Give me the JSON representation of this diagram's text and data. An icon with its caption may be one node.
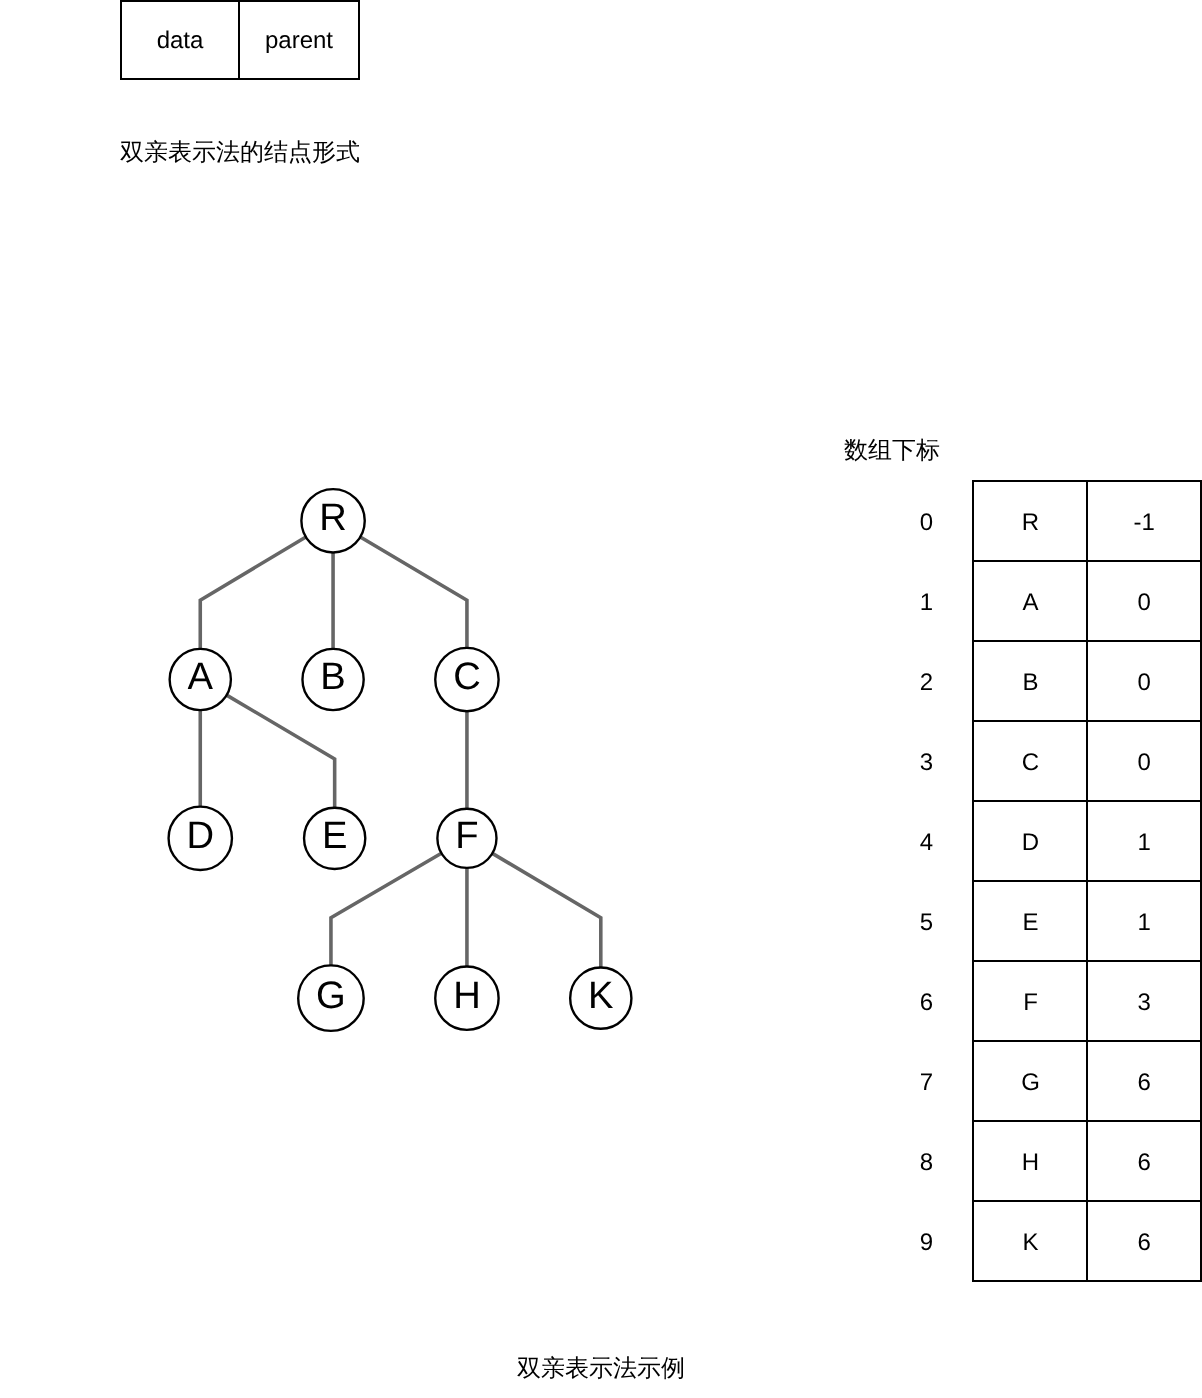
{
  "diagram": {
    "caption": "双亲表示法示例",
    "nodes": [
      {
        "text": [
          "R"
        ]
      },
      {
        "text": [
          "A"
        ]
      },
      {
        "text": [
          "B"
        ]
      },
      {
        "text": [
          "C"
        ]
      },
      {
        "text": [
          "D"
        ]
      },
      {
        "text": [
          "E"
        ]
      },
      {
        "text": [
          "F"
        ]
      },
      {
        "text": [
          "G"
        ]
      },
      {
        "text": [
          "H"
        ]
      },
      {
        "text": [
          "K"
        ]
      }
    ],
    "edges": [
      {
        "from": 0,
        "to": 1,
        "arrow": "none"
      },
      {
        "from": 0,
        "to": 2,
        "arrow": "none"
      },
      {
        "from": 0,
        "to": 3,
        "arrow": "none"
      },
      {
        "from": 1,
        "to": 4,
        "arrow": "none"
      },
      {
        "from": 1,
        "to": 5,
        "arrow": "none"
      },
      {
        "from": 3,
        "to": 6,
        "arrow": "none"
      },
      {
        "from": 6,
        "to": 7,
        "arrow": "none"
      },
      {
        "from": 6,
        "to": 8,
        "arrow": "none"
      },
      {
        "from": 6,
        "to": 9,
        "arrow": "none"
      }
    ],
    "labels": [
      "data",
      "parent",
      "双亲表示法的结点形式",
      "数组下标",
      "0",
      "R",
      "-1",
      "1",
      "A",
      "0",
      "2",
      "B",
      "0",
      "3",
      "C",
      "0",
      "4",
      "D",
      "1",
      "5",
      "E",
      "1",
      "6",
      "F",
      "3",
      "7",
      "G",
      "6",
      "8",
      "H",
      "6",
      "9",
      "K",
      "6"
    ]
  }
}
